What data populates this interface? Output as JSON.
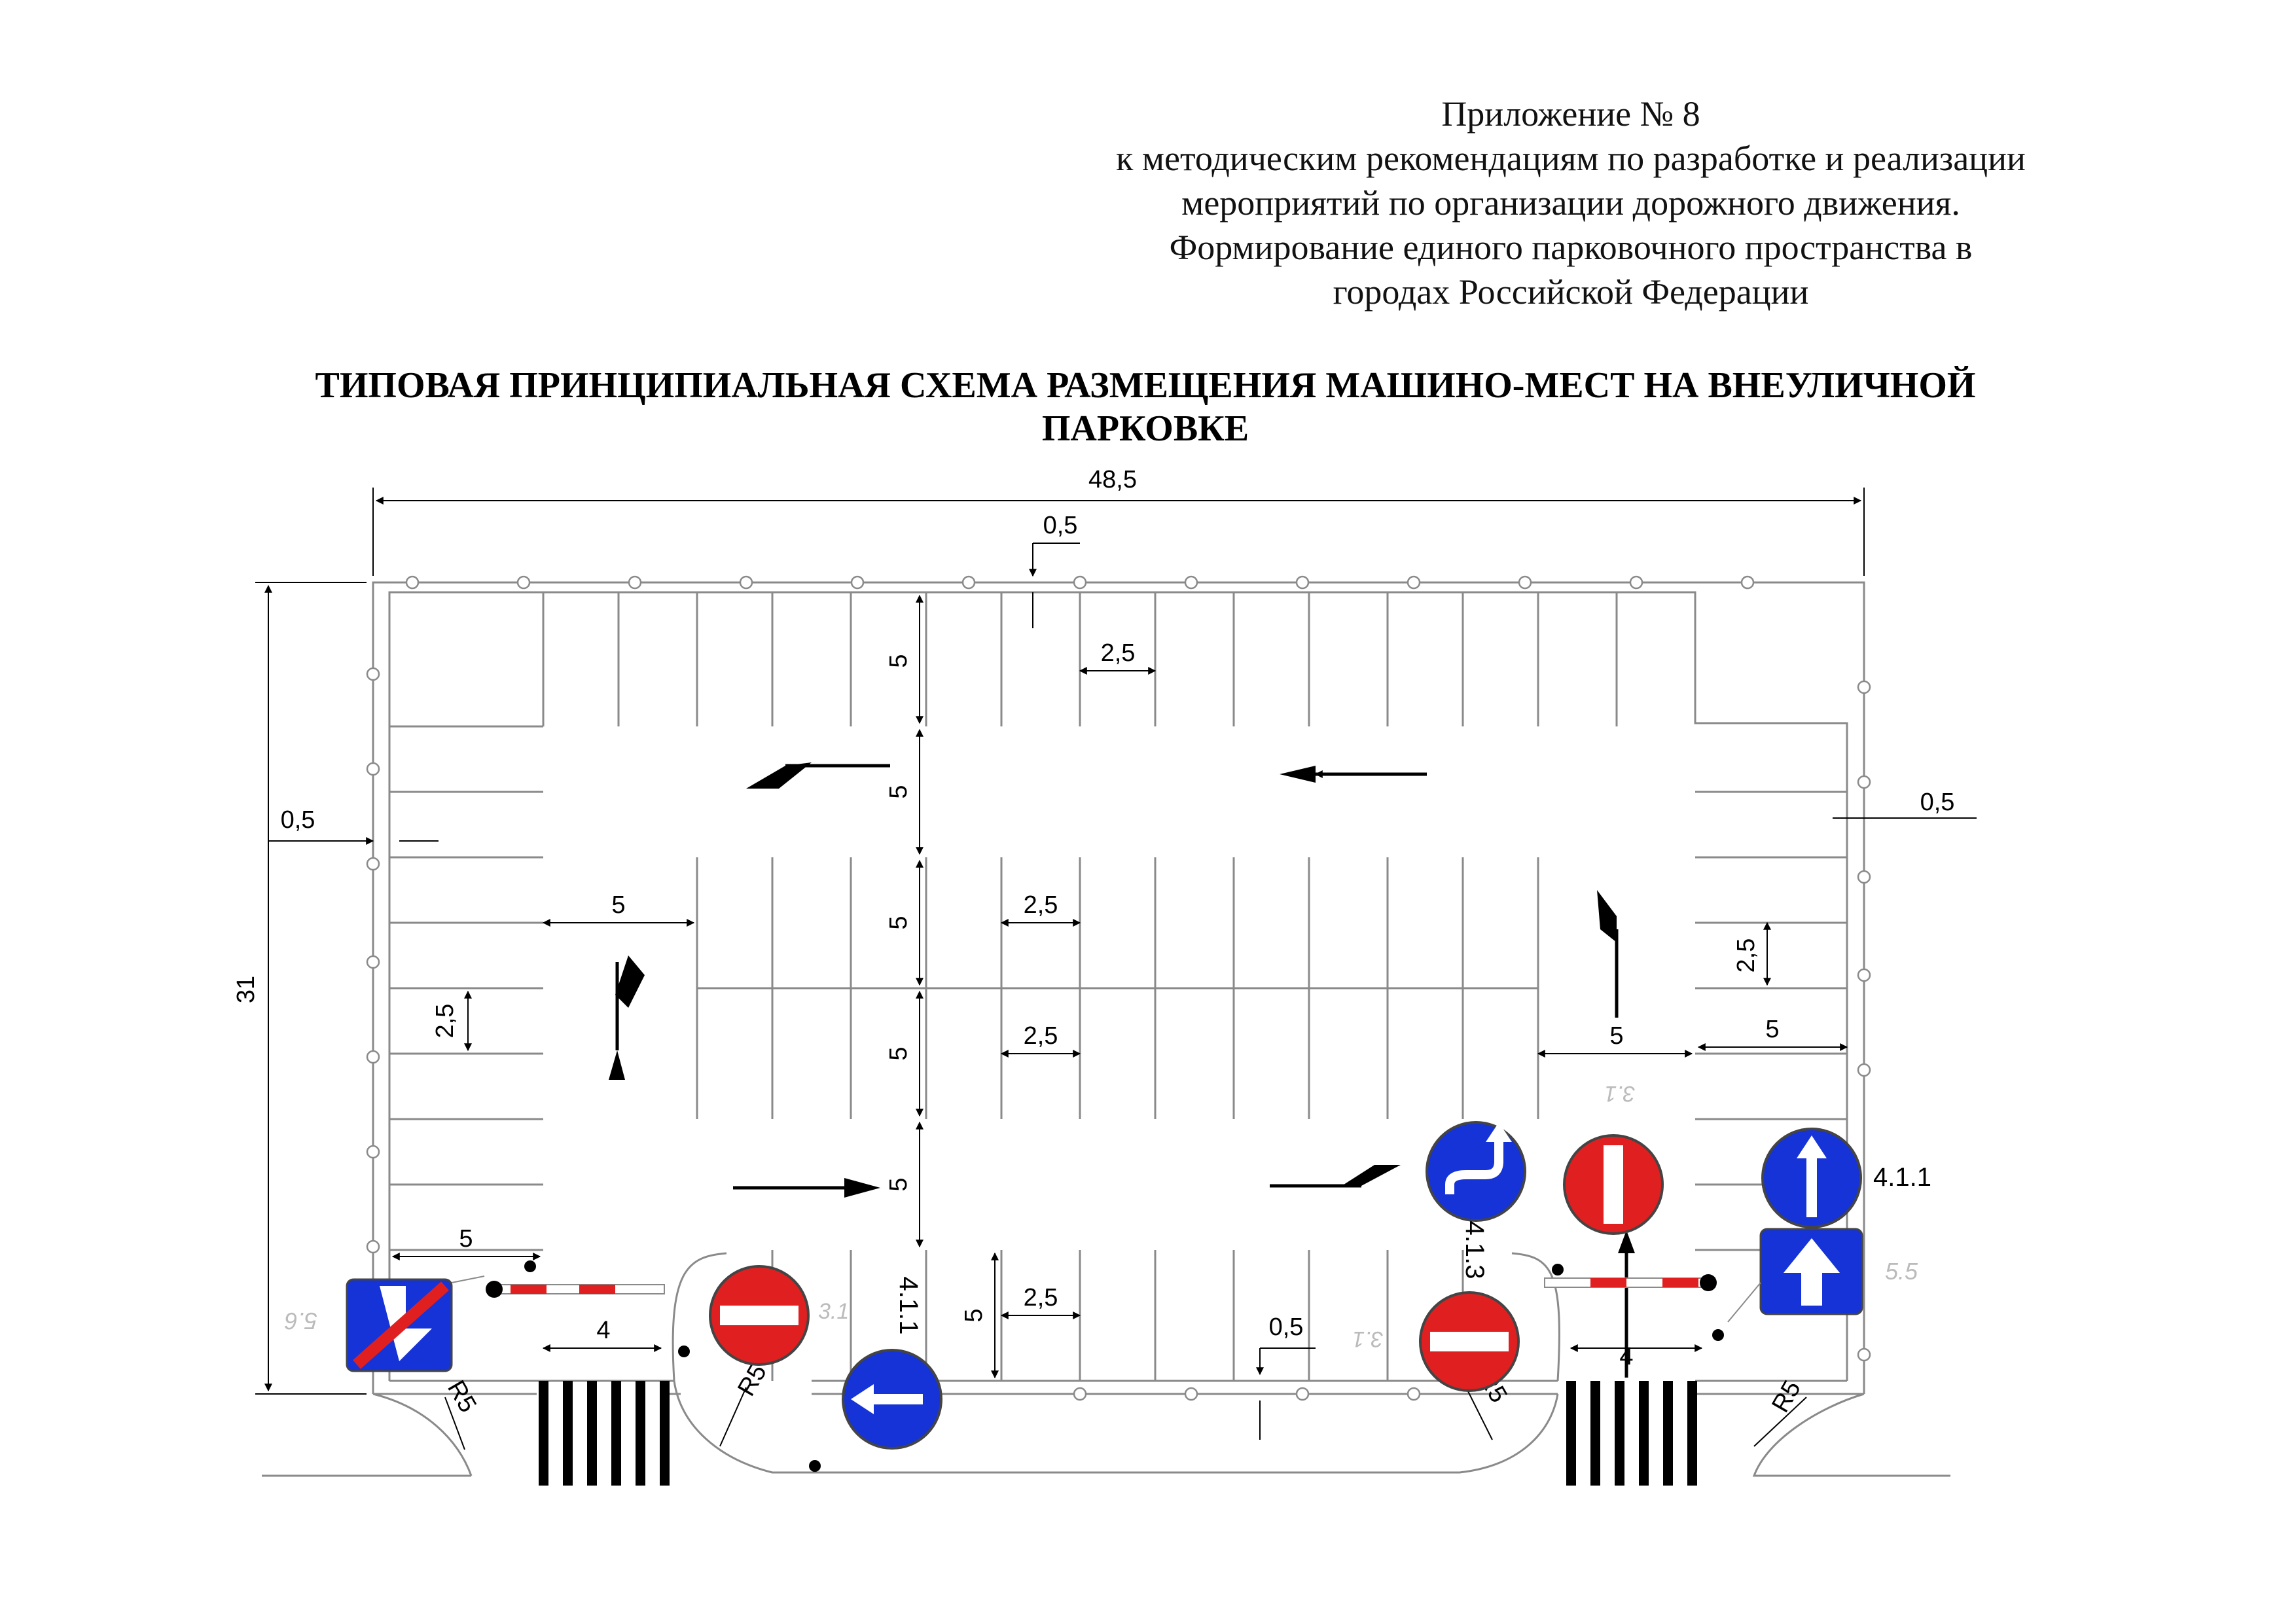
{
  "header": {
    "lines": [
      "Приложение № 8",
      "к методическим рекомендациям по разработке и реализации",
      "мероприятий по организации дорожного движения.",
      "Формирование единого парковочного пространства в",
      "городах Российской Федерации"
    ]
  },
  "title": {
    "lines": [
      "ТИПОВАЯ ПРИНЦИПИАЛЬНАЯ СХЕМА РАЗМЕЩЕНИЯ МАШИНО-МЕСТ НА ВНЕУЛИЧНОЙ",
      "ПАРКОВКЕ"
    ]
  },
  "dimensions": {
    "total_width": "48,5",
    "total_height": "31",
    "top_offset": "0,5",
    "left_offset": "0,5",
    "right_offset": "0,5",
    "bottom_offset": "0,5",
    "row_depth": "5",
    "stall_width": "2,5",
    "entry_width": "4",
    "radius": "R5"
  },
  "signs": {
    "sign_4_1_1": "4.1.1",
    "sign_4_1_3": "4.1.3",
    "sign_3_1": "3.1",
    "sign_5_5": "5.5",
    "sign_5_6": "5.6"
  },
  "colors": {
    "sign_blue": "#1533d6",
    "sign_red": "#e02020",
    "line": "#8a8a8a"
  }
}
